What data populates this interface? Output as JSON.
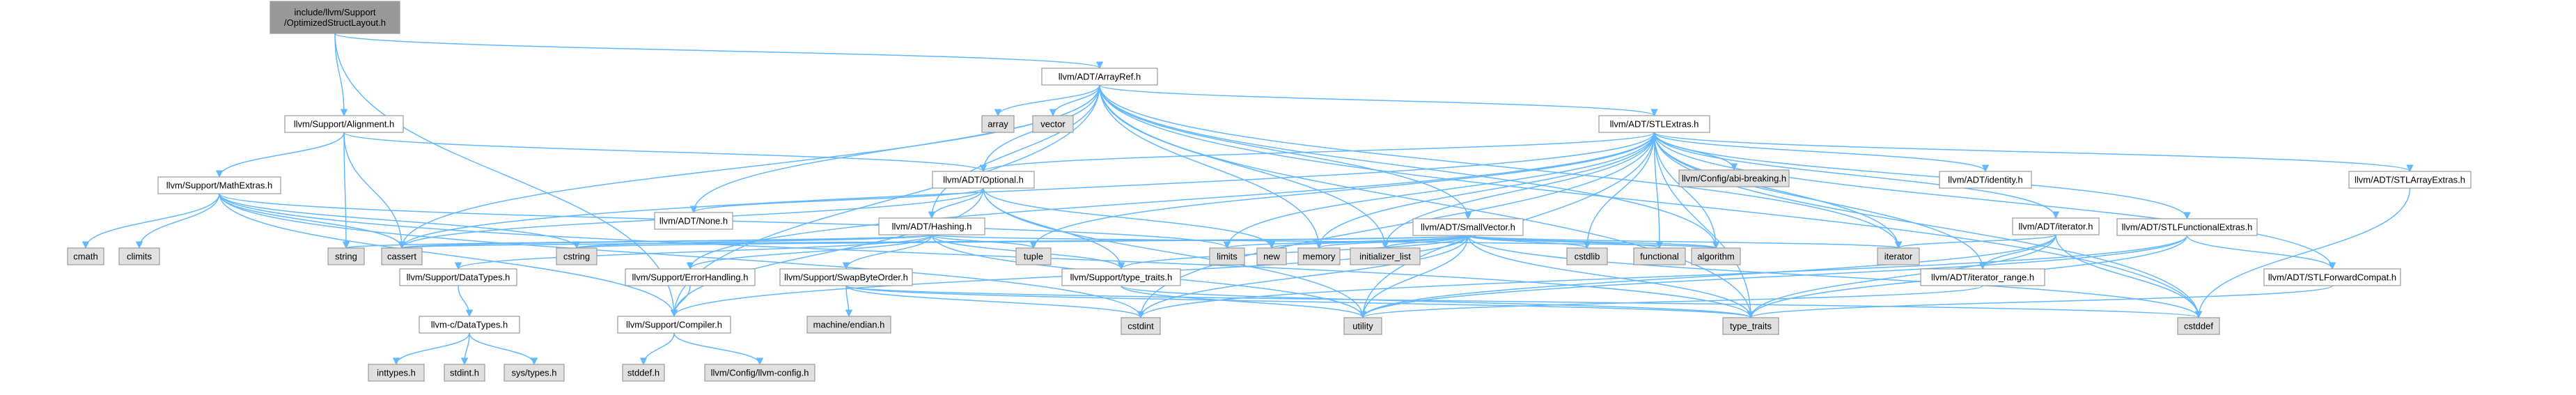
{
  "colors": {
    "background": "#ffffff",
    "node_header": "#999999",
    "node_doc": "#ffffff",
    "node_system": "#e0e0e0",
    "node_border": "#999999",
    "edge": "#63b8ff",
    "text": "#000000"
  },
  "nodes": [
    {
      "id": "opt_struct",
      "label": "include/llvm/Support\n/OptimizedStructLayout.h",
      "style": "header"
    },
    {
      "id": "arrayref",
      "label": "llvm/ADT/ArrayRef.h",
      "style": "doc"
    },
    {
      "id": "alignment",
      "label": "llvm/Support/Alignment.h",
      "style": "doc"
    },
    {
      "id": "array",
      "label": "array",
      "style": "system"
    },
    {
      "id": "vector",
      "label": "vector",
      "style": "system"
    },
    {
      "id": "stlextras",
      "label": "llvm/ADT/STLExtras.h",
      "style": "doc"
    },
    {
      "id": "mathextras",
      "label": "llvm/Support/MathExtras.h",
      "style": "doc"
    },
    {
      "id": "optional",
      "label": "llvm/ADT/Optional.h",
      "style": "doc"
    },
    {
      "id": "abi",
      "label": "llvm/Config/abi-breaking.h",
      "style": "system"
    },
    {
      "id": "identity",
      "label": "llvm/ADT/identity.h",
      "style": "doc"
    },
    {
      "id": "stlarrayextras",
      "label": "llvm/ADT/STLArrayExtras.h",
      "style": "doc"
    },
    {
      "id": "none",
      "label": "llvm/ADT/None.h",
      "style": "doc"
    },
    {
      "id": "hashing",
      "label": "llvm/ADT/Hashing.h",
      "style": "doc"
    },
    {
      "id": "smallvector",
      "label": "llvm/ADT/SmallVector.h",
      "style": "doc"
    },
    {
      "id": "iterator",
      "label": "llvm/ADT/iterator.h",
      "style": "doc"
    },
    {
      "id": "stlfunctionalextras",
      "label": "llvm/ADT/STLFunctionalExtras.h",
      "style": "doc"
    },
    {
      "id": "cmath",
      "label": "cmath",
      "style": "system"
    },
    {
      "id": "climits",
      "label": "climits",
      "style": "system"
    },
    {
      "id": "string",
      "label": "string",
      "style": "system"
    },
    {
      "id": "cassert",
      "label": "cassert",
      "style": "system"
    },
    {
      "id": "datatypes",
      "label": "llvm/Support/DataTypes.h",
      "style": "doc"
    },
    {
      "id": "cstring",
      "label": "cstring",
      "style": "system"
    },
    {
      "id": "errorhandling",
      "label": "llvm/Support/ErrorHandling.h",
      "style": "doc"
    },
    {
      "id": "swapbyteorder",
      "label": "llvm/Support/SwapByteOrder.h",
      "style": "doc"
    },
    {
      "id": "tuple",
      "label": "tuple",
      "style": "system"
    },
    {
      "id": "typetraits_h",
      "label": "llvm/Support/type_traits.h",
      "style": "doc"
    },
    {
      "id": "limits",
      "label": "limits",
      "style": "system"
    },
    {
      "id": "new",
      "label": "new",
      "style": "system"
    },
    {
      "id": "memory",
      "label": "memory",
      "style": "system"
    },
    {
      "id": "initlist",
      "label": "initializer_list",
      "style": "system"
    },
    {
      "id": "cstdlib",
      "label": "cstdlib",
      "style": "system"
    },
    {
      "id": "functional",
      "label": "functional",
      "style": "system"
    },
    {
      "id": "algorithm",
      "label": "algorithm",
      "style": "system"
    },
    {
      "id": "iterator_std",
      "label": "iterator",
      "style": "system"
    },
    {
      "id": "iterator_range",
      "label": "llvm/ADT/iterator_range.h",
      "style": "doc"
    },
    {
      "id": "stlforwardcompat",
      "label": "llvm/ADT/STLForwardCompat.h",
      "style": "doc"
    },
    {
      "id": "llvmc_datatypes",
      "label": "llvm-c/DataTypes.h",
      "style": "doc"
    },
    {
      "id": "compiler",
      "label": "llvm/Support/Compiler.h",
      "style": "doc"
    },
    {
      "id": "machine_endian",
      "label": "machine/endian.h",
      "style": "system"
    },
    {
      "id": "cstdint",
      "label": "cstdint",
      "style": "system"
    },
    {
      "id": "utility",
      "label": "utility",
      "style": "system"
    },
    {
      "id": "type_traits",
      "label": "type_traits",
      "style": "system"
    },
    {
      "id": "cstddef",
      "label": "cstddef",
      "style": "system"
    },
    {
      "id": "inttypes",
      "label": "inttypes.h",
      "style": "system"
    },
    {
      "id": "stdint",
      "label": "stdint.h",
      "style": "system"
    },
    {
      "id": "systypes",
      "label": "sys/types.h",
      "style": "system"
    },
    {
      "id": "stddef",
      "label": "stddef.h",
      "style": "system"
    },
    {
      "id": "llvmconfig",
      "label": "llvm/Config/llvm-config.h",
      "style": "system"
    }
  ],
  "edges": [
    [
      "opt_struct",
      "arrayref"
    ],
    [
      "opt_struct",
      "alignment"
    ],
    [
      "opt_struct",
      "compiler"
    ],
    [
      "arrayref",
      "array"
    ],
    [
      "arrayref",
      "vector"
    ],
    [
      "arrayref",
      "stlextras"
    ],
    [
      "arrayref",
      "hashing"
    ],
    [
      "arrayref",
      "none"
    ],
    [
      "arrayref",
      "optional"
    ],
    [
      "arrayref",
      "smallvector"
    ],
    [
      "arrayref",
      "compiler"
    ],
    [
      "arrayref",
      "algorithm"
    ],
    [
      "arrayref",
      "cassert"
    ],
    [
      "arrayref",
      "cstddef"
    ],
    [
      "arrayref",
      "initlist"
    ],
    [
      "arrayref",
      "iterator_std"
    ],
    [
      "arrayref",
      "memory"
    ],
    [
      "arrayref",
      "type_traits"
    ],
    [
      "alignment",
      "mathextras"
    ],
    [
      "alignment",
      "optional"
    ],
    [
      "alignment",
      "cassert"
    ],
    [
      "alignment",
      "string"
    ],
    [
      "mathextras",
      "compiler"
    ],
    [
      "mathextras",
      "cassert"
    ],
    [
      "mathextras",
      "climits"
    ],
    [
      "mathextras",
      "cmath"
    ],
    [
      "mathextras",
      "cstdint"
    ],
    [
      "mathextras",
      "cstring"
    ],
    [
      "mathextras",
      "limits"
    ],
    [
      "mathextras",
      "type_traits"
    ],
    [
      "stlextras",
      "identity"
    ],
    [
      "stlextras",
      "stlarrayextras"
    ],
    [
      "stlextras",
      "stlforwardcompat"
    ],
    [
      "stlextras",
      "stlfunctionalextras"
    ],
    [
      "stlextras",
      "iterator"
    ],
    [
      "stlextras",
      "iterator_range"
    ],
    [
      "stlextras",
      "abi"
    ],
    [
      "stlextras",
      "errorhandling"
    ],
    [
      "stlextras",
      "algorithm"
    ],
    [
      "stlextras",
      "cassert"
    ],
    [
      "stlextras",
      "cstddef"
    ],
    [
      "stlextras",
      "cstdint"
    ],
    [
      "stlextras",
      "cstdlib"
    ],
    [
      "stlextras",
      "functional"
    ],
    [
      "stlextras",
      "initlist"
    ],
    [
      "stlextras",
      "iterator_std"
    ],
    [
      "stlextras",
      "limits"
    ],
    [
      "stlextras",
      "memory"
    ],
    [
      "stlextras",
      "optional"
    ],
    [
      "stlextras",
      "tuple"
    ],
    [
      "stlextras",
      "type_traits"
    ],
    [
      "stlextras",
      "utility"
    ],
    [
      "optional",
      "hashing"
    ],
    [
      "optional",
      "none"
    ],
    [
      "optional",
      "compiler"
    ],
    [
      "optional",
      "typetraits_h"
    ],
    [
      "optional",
      "cassert"
    ],
    [
      "optional",
      "new"
    ],
    [
      "optional",
      "utility"
    ],
    [
      "hashing",
      "errorhandling"
    ],
    [
      "hashing",
      "datatypes"
    ],
    [
      "hashing",
      "swapbyteorder"
    ],
    [
      "hashing",
      "typetraits_h"
    ],
    [
      "hashing",
      "algorithm"
    ],
    [
      "hashing",
      "cassert"
    ],
    [
      "hashing",
      "cstring"
    ],
    [
      "hashing",
      "string"
    ],
    [
      "hashing",
      "tuple"
    ],
    [
      "hashing",
      "utility"
    ],
    [
      "smallvector",
      "compiler"
    ],
    [
      "smallvector",
      "typetraits_h"
    ],
    [
      "smallvector",
      "algorithm"
    ],
    [
      "smallvector",
      "cassert"
    ],
    [
      "smallvector",
      "cstddef"
    ],
    [
      "smallvector",
      "cstdlib"
    ],
    [
      "smallvector",
      "cstring"
    ],
    [
      "smallvector",
      "functional"
    ],
    [
      "smallvector",
      "initlist"
    ],
    [
      "smallvector",
      "iterator_std"
    ],
    [
      "smallvector",
      "limits"
    ],
    [
      "smallvector",
      "memory"
    ],
    [
      "smallvector",
      "new"
    ],
    [
      "smallvector",
      "type_traits"
    ],
    [
      "smallvector",
      "utility"
    ],
    [
      "smallvector",
      "cstdint"
    ],
    [
      "iterator",
      "iterator_range"
    ],
    [
      "iterator",
      "cstddef"
    ],
    [
      "iterator",
      "iterator_std"
    ],
    [
      "iterator",
      "type_traits"
    ],
    [
      "iterator",
      "utility"
    ],
    [
      "stlfunctionalextras",
      "stlforwardcompat"
    ],
    [
      "stlfunctionalextras",
      "cstdint"
    ],
    [
      "stlfunctionalextras",
      "type_traits"
    ],
    [
      "stlfunctionalextras",
      "utility"
    ],
    [
      "stlforwardcompat",
      "type_traits"
    ],
    [
      "stlarrayextras",
      "cstddef"
    ],
    [
      "iterator_range",
      "utility"
    ],
    [
      "typetraits_h",
      "utility"
    ],
    [
      "typetraits_h",
      "type_traits"
    ],
    [
      "datatypes",
      "llvmc_datatypes"
    ],
    [
      "errorhandling",
      "compiler"
    ],
    [
      "swapbyteorder",
      "machine_endian"
    ],
    [
      "swapbyteorder",
      "cstddef"
    ],
    [
      "swapbyteorder",
      "cstdint"
    ],
    [
      "swapbyteorder",
      "type_traits"
    ],
    [
      "llvmc_datatypes",
      "inttypes"
    ],
    [
      "llvmc_datatypes",
      "stdint"
    ],
    [
      "llvmc_datatypes",
      "systypes"
    ],
    [
      "compiler",
      "stddef"
    ],
    [
      "compiler",
      "llvmconfig"
    ]
  ]
}
